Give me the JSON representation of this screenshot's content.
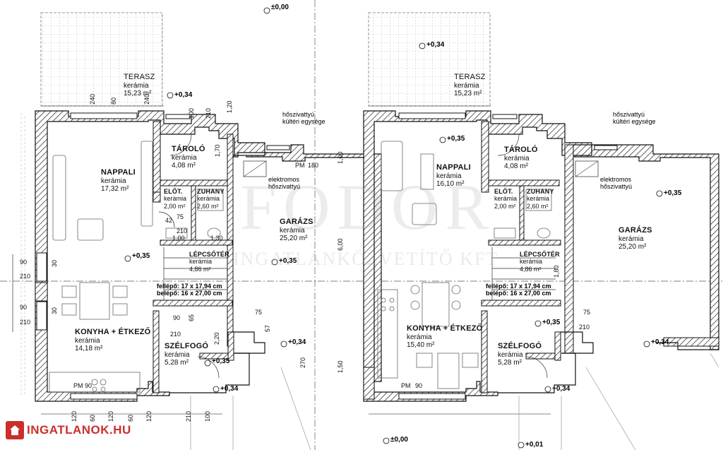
{
  "units": [
    {
      "rooms": {
        "terasz": {
          "name": "TERASZ",
          "mat": "kerámia",
          "area": "15,23 m²"
        },
        "nappali": {
          "name": "NAPPALI",
          "mat": "kerámia",
          "area": "17,32 m²"
        },
        "tarolo": {
          "name": "TÁROLÓ",
          "mat": "kerámia",
          "area": "4,08 m²"
        },
        "elot": {
          "name": "ELŐT.",
          "mat": "kerámia",
          "area": "2,00 m²"
        },
        "zuhany": {
          "name": "ZUHANY",
          "mat": "kerámia",
          "area": "2,60 m²"
        },
        "garazs": {
          "name": "GARÁZS",
          "mat": "kerámia",
          "area": "25,20 m²"
        },
        "lepcsoter": {
          "name": "LÉPCSŐTÉR",
          "mat": "kerámia",
          "area": "4,86 m²"
        },
        "konyha": {
          "name": "KONYHA + ÉTKEZŐ",
          "mat": "kerámia",
          "area": "14,18 m²"
        },
        "szelfogo": {
          "name": "SZÉLFOGÓ",
          "mat": "kerámia",
          "area": "5,28 m²"
        }
      },
      "stairs": {
        "up": "fellépő: 17 x 17,94 cm",
        "tread": "belépő: 16 x 27,00 cm"
      },
      "heatpump": "hőszivattyú\nkültéri egysége",
      "elektromos": "elektromos\nhőszivattyú"
    },
    {
      "rooms": {
        "terasz": {
          "name": "TERASZ",
          "mat": "kerámia",
          "area": "15,23 m²"
        },
        "nappali": {
          "name": "NAPPALI",
          "mat": "kerámia",
          "area": "16,10 m²"
        },
        "tarolo": {
          "name": "TÁROLÓ",
          "mat": "kerámia",
          "area": "4,08 m²"
        },
        "elot": {
          "name": "ELŐT.",
          "mat": "kerámia",
          "area": "2,00 m²"
        },
        "zuhany": {
          "name": "ZUHANY",
          "mat": "kerámia",
          "area": "2,60 m²"
        },
        "garazs": {
          "name": "GARÁZS",
          "mat": "kerámia",
          "area": "25,20 m²"
        },
        "lepcsoter": {
          "name": "LÉPCSŐTÉR",
          "mat": "kerámia",
          "area": "4,86 m²"
        },
        "konyha": {
          "name": "KONYHA + ÉTKEZŐ",
          "mat": "kerámia",
          "area": "15,40 m²"
        },
        "szelfogo": {
          "name": "SZÉLFOGÓ",
          "mat": "kerámia",
          "area": "5,28 m²"
        }
      },
      "stairs": {
        "up": "fellépő: 17 x 17,94 cm",
        "tread": "belépő: 16 x 27,00 cm"
      },
      "heatpump": "hőszivattyú\nkültéri egysége",
      "elektromos": "elektromos\nhőszivattyú"
    }
  ],
  "elevations": {
    "top_left": "±0,00",
    "terrace_left": "+0,34",
    "terrace_right": "+0,34",
    "nappali_left": "+0,35",
    "lepcso_left": "+0,35",
    "szelfogo_left": "+0,35",
    "entry_left": "+0,34",
    "garage_left": "+0,34",
    "nappali_right": "+0,35",
    "garage_right_in": "+0,35",
    "szelfogo_right": "+0,35",
    "entry_right": "+0,34",
    "garage_right": "+0,34",
    "bottom_mid": "±0,00",
    "bottom_right": "+0,01"
  },
  "dims": {
    "top": [
      "240",
      "80",
      "240",
      "100",
      "210",
      "1,20"
    ],
    "side": [
      "90",
      "210",
      "90",
      "210"
    ],
    "bottom": [
      "120",
      "60",
      "120",
      "60",
      "120",
      "210",
      "100"
    ],
    "misc": [
      "75",
      "42",
      "75",
      "210",
      "1,00",
      "1,30",
      "1,70",
      "2,20",
      "90",
      "65",
      "210",
      "57",
      "75",
      "210",
      "6,00",
      "270",
      "1,50",
      "1,00",
      "30",
      "30",
      "PM",
      "180",
      "PM",
      "90",
      "PM",
      "90",
      "1,80"
    ]
  },
  "watermark": {
    "main": "FODOR",
    "sub": "INGATLANKÖZVETÍTŐ KFT"
  },
  "logo": "INGATLANOK.HU"
}
